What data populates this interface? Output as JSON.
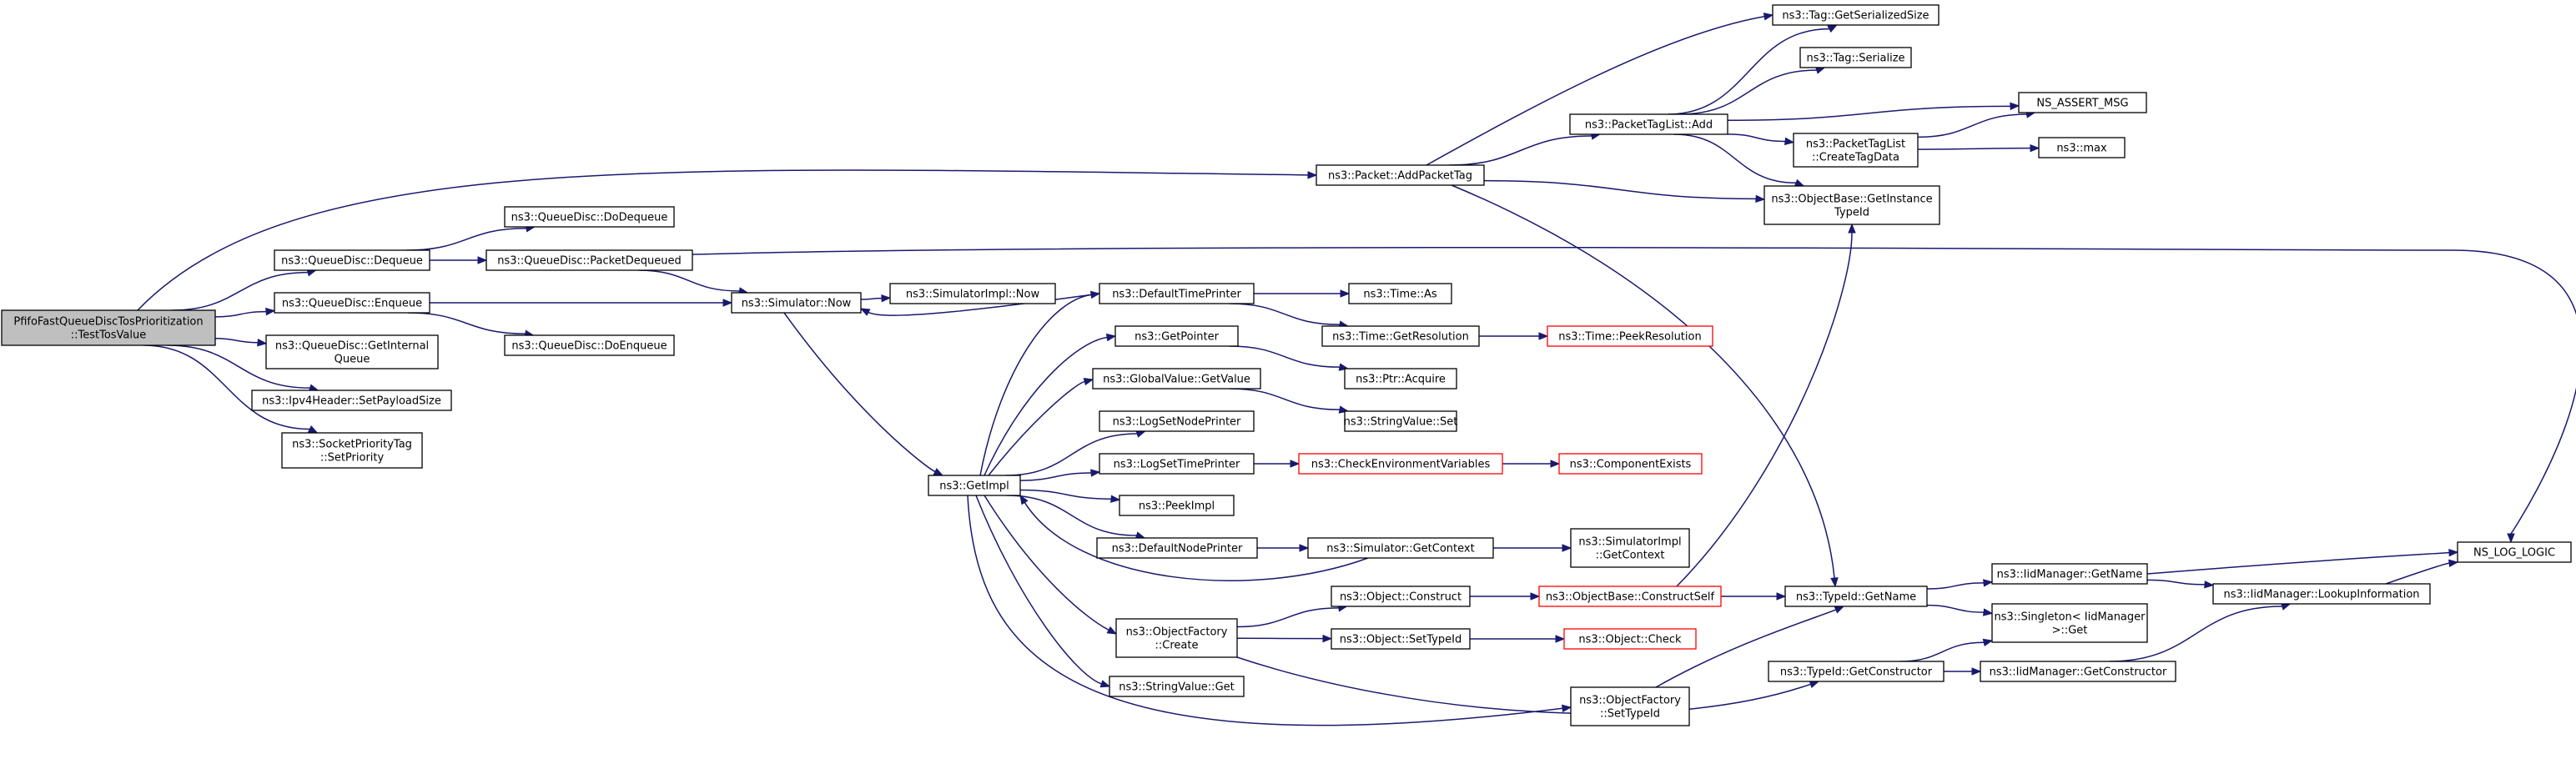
{
  "nodes": {
    "root": [
      "PfifoFastQueueDiscTosPrioritization",
      "::TestTosValue"
    ],
    "qd_dequeue": [
      "ns3::QueueDisc::Dequeue"
    ],
    "qd_enqueue": [
      "ns3::QueueDisc::Enqueue"
    ],
    "qd_getinternalqueue": [
      "ns3::QueueDisc::GetInternal",
      "Queue"
    ],
    "ipv4_setpayloadsize": [
      "ns3::Ipv4Header::SetPayloadSize"
    ],
    "sockprio_setpriority": [
      "ns3::SocketPriorityTag",
      "::SetPriority"
    ],
    "qd_dodequeue": [
      "ns3::QueueDisc::DoDequeue"
    ],
    "qd_packetdequeued": [
      "ns3::QueueDisc::PacketDequeued"
    ],
    "qd_doenqueue": [
      "ns3::QueueDisc::DoEnqueue"
    ],
    "sim_now": [
      "ns3::Simulator::Now"
    ],
    "simimpl_now": [
      "ns3::SimulatorImpl::Now"
    ],
    "getimpl": [
      "ns3::GetImpl"
    ],
    "packet_addpackettag": [
      "ns3::Packet::AddPacketTag"
    ],
    "defaulttimeprinter": [
      "ns3::DefaultTimePrinter"
    ],
    "getpointer": [
      "ns3::GetPointer"
    ],
    "globalvalue_getvalue": [
      "ns3::GlobalValue::GetValue"
    ],
    "logsetnodeprinter": [
      "ns3::LogSetNodePrinter"
    ],
    "logsettimeprinter": [
      "ns3::LogSetTimePrinter"
    ],
    "peekimpl": [
      "ns3::PeekImpl"
    ],
    "defaultnodeprinter": [
      "ns3::DefaultNodePrinter"
    ],
    "objectfactory_create": [
      "ns3::ObjectFactory",
      "::Create"
    ],
    "stringvalue_get": [
      "ns3::StringValue::Get"
    ],
    "time_as": [
      "ns3::Time::As"
    ],
    "time_getresolution": [
      "ns3::Time::GetResolution"
    ],
    "ptr_acquire": [
      "ns3::Ptr::Acquire"
    ],
    "stringvalue_set": [
      "ns3::StringValue::Set"
    ],
    "checkenvvars": [
      "ns3::CheckEnvironmentVariables"
    ],
    "sim_getcontext": [
      "ns3::Simulator::GetContext"
    ],
    "object_construct": [
      "ns3::Object::Construct"
    ],
    "object_settypeid": [
      "ns3::Object::SetTypeId"
    ],
    "objectfactory_settypeid": [
      "ns3::ObjectFactory",
      "::SetTypeId"
    ],
    "packettaglist_add": [
      "ns3::PacketTagList::Add"
    ],
    "time_peekresolution": [
      "ns3::Time::PeekResolution"
    ],
    "componentexists": [
      "ns3::ComponentExists"
    ],
    "simimpl_getcontext": [
      "ns3::SimulatorImpl",
      "::GetContext"
    ],
    "objectbase_constructself": [
      "ns3::ObjectBase::ConstructSelf"
    ],
    "object_check": [
      "ns3::Object::Check"
    ],
    "tag_getserializedsize": [
      "ns3::Tag::GetSerializedSize"
    ],
    "tag_serialize": [
      "ns3::Tag::Serialize"
    ],
    "packettaglist_createtagdata": [
      "ns3::PacketTagList",
      "::CreateTagData"
    ],
    "objectbase_getinstancetypeid": [
      "ns3::ObjectBase::GetInstance",
      "TypeId"
    ],
    "typeid_getname": [
      "ns3::TypeId::GetName"
    ],
    "typeid_getconstructor": [
      "ns3::TypeId::GetConstructor"
    ],
    "ns_assert_msg": [
      "NS_ASSERT_MSG"
    ],
    "ns3_max": [
      "ns3::max"
    ],
    "iidmanager_getname": [
      "ns3::IidManager::GetName"
    ],
    "singleton_get": [
      "ns3::Singleton< IidManager",
      ">::Get"
    ],
    "iidmanager_getconstructor": [
      "ns3::IidManager::GetConstructor"
    ],
    "iidmanager_lookupinformation": [
      "ns3::IidManager::LookupInformation"
    ],
    "ns_log_logic": [
      "NS_LOG_LOGIC"
    ]
  },
  "edges": [
    [
      "root",
      "packet_addpackettag"
    ],
    [
      "root",
      "qd_dequeue"
    ],
    [
      "root",
      "qd_enqueue"
    ],
    [
      "root",
      "qd_getinternalqueue"
    ],
    [
      "root",
      "ipv4_setpayloadsize"
    ],
    [
      "root",
      "sockprio_setpriority"
    ],
    [
      "qd_dequeue",
      "qd_dodequeue"
    ],
    [
      "qd_dequeue",
      "qd_packetdequeued"
    ],
    [
      "qd_packetdequeued",
      "sim_now"
    ],
    [
      "qd_packetdequeued",
      "ns_log_logic"
    ],
    [
      "qd_enqueue",
      "qd_doenqueue"
    ],
    [
      "qd_enqueue",
      "sim_now"
    ],
    [
      "sim_now",
      "simimpl_now"
    ],
    [
      "sim_now",
      "getimpl"
    ],
    [
      "defaulttimeprinter",
      "sim_now"
    ],
    [
      "defaulttimeprinter",
      "time_as"
    ],
    [
      "defaulttimeprinter",
      "time_getresolution"
    ],
    [
      "getimpl",
      "defaulttimeprinter"
    ],
    [
      "getimpl",
      "getpointer"
    ],
    [
      "getimpl",
      "globalvalue_getvalue"
    ],
    [
      "getimpl",
      "logsetnodeprinter"
    ],
    [
      "getimpl",
      "logsettimeprinter"
    ],
    [
      "getimpl",
      "peekimpl"
    ],
    [
      "getimpl",
      "defaultnodeprinter"
    ],
    [
      "getimpl",
      "objectfactory_create"
    ],
    [
      "getimpl",
      "stringvalue_get"
    ],
    [
      "getimpl",
      "objectfactory_settypeid"
    ],
    [
      "sim_getcontext",
      "getimpl"
    ],
    [
      "getpointer",
      "ptr_acquire"
    ],
    [
      "globalvalue_getvalue",
      "stringvalue_set"
    ],
    [
      "logsettimeprinter",
      "checkenvvars"
    ],
    [
      "checkenvvars",
      "componentexists"
    ],
    [
      "defaultnodeprinter",
      "sim_getcontext"
    ],
    [
      "sim_getcontext",
      "simimpl_getcontext"
    ],
    [
      "time_getresolution",
      "time_peekresolution"
    ],
    [
      "objectfactory_create",
      "object_construct"
    ],
    [
      "objectfactory_create",
      "object_settypeid"
    ],
    [
      "objectfactory_create",
      "typeid_getconstructor"
    ],
    [
      "object_construct",
      "objectbase_constructself"
    ],
    [
      "object_settypeid",
      "object_check"
    ],
    [
      "objectbase_constructself",
      "typeid_getname"
    ],
    [
      "objectbase_constructself",
      "objectbase_getinstancetypeid"
    ],
    [
      "objectfactory_settypeid",
      "typeid_getname"
    ],
    [
      "packet_addpackettag",
      "packettaglist_add"
    ],
    [
      "packet_addpackettag",
      "objectbase_getinstancetypeid"
    ],
    [
      "packet_addpackettag",
      "typeid_getname"
    ],
    [
      "packet_addpackettag",
      "tag_getserializedsize"
    ],
    [
      "packettaglist_add",
      "tag_getserializedsize"
    ],
    [
      "packettaglist_add",
      "tag_serialize"
    ],
    [
      "packettaglist_add",
      "ns_assert_msg"
    ],
    [
      "packettaglist_add",
      "packettaglist_createtagdata"
    ],
    [
      "packettaglist_add",
      "objectbase_getinstancetypeid"
    ],
    [
      "packettaglist_createtagdata",
      "ns_assert_msg"
    ],
    [
      "packettaglist_createtagdata",
      "ns3_max"
    ],
    [
      "typeid_getname",
      "iidmanager_getname"
    ],
    [
      "typeid_getname",
      "singleton_get"
    ],
    [
      "iidmanager_getname",
      "iidmanager_lookupinformation"
    ],
    [
      "iidmanager_getname",
      "ns_log_logic"
    ],
    [
      "iidmanager_lookupinformation",
      "ns_log_logic"
    ],
    [
      "typeid_getconstructor",
      "singleton_get"
    ],
    [
      "typeid_getconstructor",
      "iidmanager_getconstructor"
    ],
    [
      "iidmanager_getconstructor",
      "iidmanager_lookupinformation"
    ]
  ],
  "highlight_nodes": [
    "root"
  ],
  "red_border_nodes": [
    "time_peekresolution",
    "checkenvvars",
    "componentexists",
    "objectbase_constructself",
    "object_check"
  ],
  "colors": {
    "edge": "#191970",
    "node_border": "#000000",
    "node_border_incomplete": "#ff0000",
    "root_fill": "#bfbfbf"
  }
}
